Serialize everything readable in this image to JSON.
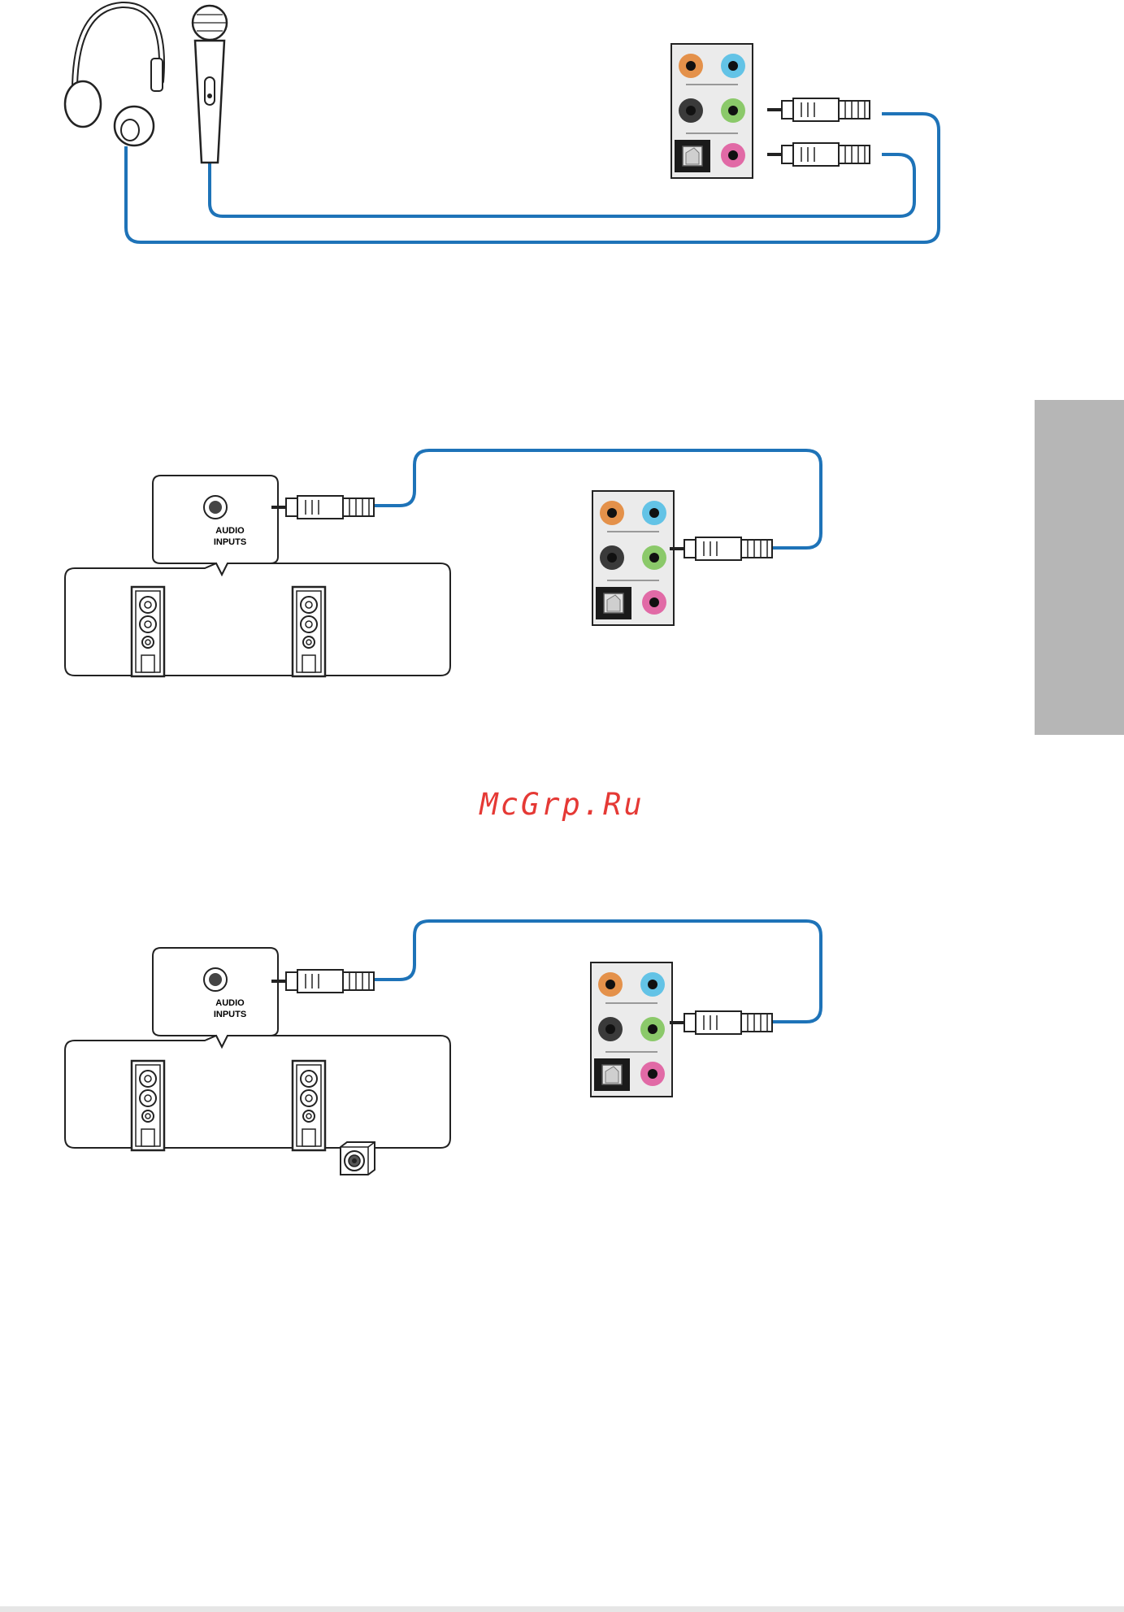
{
  "watermark": {
    "text": "McGrp.Ru",
    "color": "#e53935"
  },
  "speaker_box": {
    "label_line1": "AUDIO",
    "label_line2": "INPUTS"
  },
  "colors": {
    "cable": "#1e73b8",
    "jack_orange": "#e4914a",
    "jack_blue": "#63c3e6",
    "jack_black": "#3a3a3a",
    "jack_green": "#8bc96a",
    "jack_pink": "#e16aa6",
    "panel": "#ebebeb",
    "side_tab": "#b6b6b6"
  },
  "icons": [
    "headphones-icon",
    "microphone-icon",
    "audio-panel-icon",
    "audio-plug-icon",
    "speaker-tower-icon",
    "subwoofer-icon"
  ]
}
